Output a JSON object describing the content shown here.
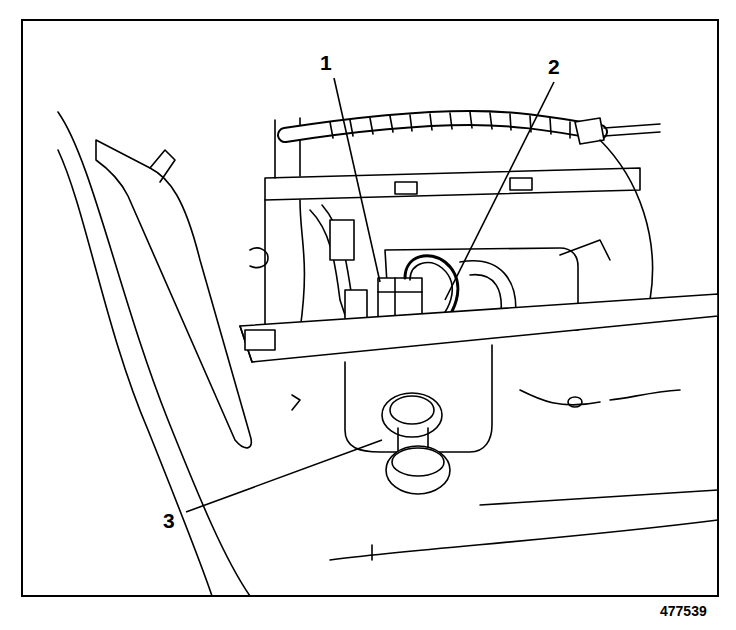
{
  "diagram": {
    "labels": [
      "1",
      "2",
      "3",
      "477539"
    ]
  }
}
